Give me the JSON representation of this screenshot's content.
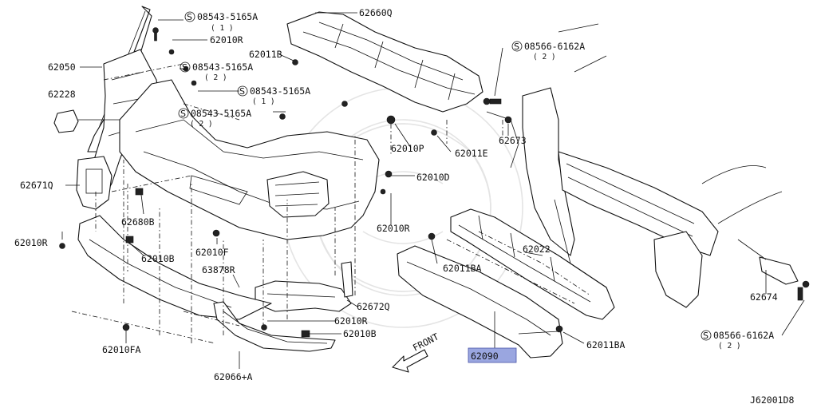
{
  "diagram": {
    "ref_code": "J62001D8",
    "front_label": "FRONT",
    "highlighted_part": "62090"
  },
  "parts": [
    {
      "id": "p62660Q",
      "code": "62660Q"
    },
    {
      "id": "p08543a",
      "code": "08543-5165A",
      "qty": "( 1 )"
    },
    {
      "id": "p62010R_a",
      "code": "62010R"
    },
    {
      "id": "p62050",
      "code": "62050"
    },
    {
      "id": "p62011B",
      "code": "62011B"
    },
    {
      "id": "p08543b",
      "code": "08543-5165A",
      "qty": "( 2 )"
    },
    {
      "id": "p08543c",
      "code": "08543-5165A",
      "qty": "( 1 )"
    },
    {
      "id": "p08543d",
      "code": "08543-5165A",
      "qty": "( 2 )"
    },
    {
      "id": "p62228",
      "code": "62228"
    },
    {
      "id": "p08566a",
      "code": "08566-6162A",
      "qty": "( 2 )"
    },
    {
      "id": "p62673",
      "code": "62673"
    },
    {
      "id": "p62010P",
      "code": "62010P"
    },
    {
      "id": "p62011E",
      "code": "62011E"
    },
    {
      "id": "p62010D",
      "code": "62010D"
    },
    {
      "id": "p62671Q",
      "code": "62671Q"
    },
    {
      "id": "p62680B",
      "code": "62680B"
    },
    {
      "id": "p62010R_b",
      "code": "62010R"
    },
    {
      "id": "p62010R_c",
      "code": "62010R"
    },
    {
      "id": "p62010F",
      "code": "62010F"
    },
    {
      "id": "p62010B_a",
      "code": "62010B"
    },
    {
      "id": "p62022",
      "code": "62022"
    },
    {
      "id": "p62011BA_a",
      "code": "62011BA"
    },
    {
      "id": "p63878R",
      "code": "63878R"
    },
    {
      "id": "p62672Q",
      "code": "62672Q"
    },
    {
      "id": "p62674",
      "code": "62674"
    },
    {
      "id": "p62010R_d",
      "code": "62010R"
    },
    {
      "id": "p62010B_b",
      "code": "62010B"
    },
    {
      "id": "p62010FA",
      "code": "62010FA"
    },
    {
      "id": "p62090",
      "code": "62090"
    },
    {
      "id": "p62011BA_b",
      "code": "62011BA"
    },
    {
      "id": "p08566b",
      "code": "08566-6162A",
      "qty": "( 2 )"
    },
    {
      "id": "p62066A",
      "code": "62066+A"
    }
  ]
}
